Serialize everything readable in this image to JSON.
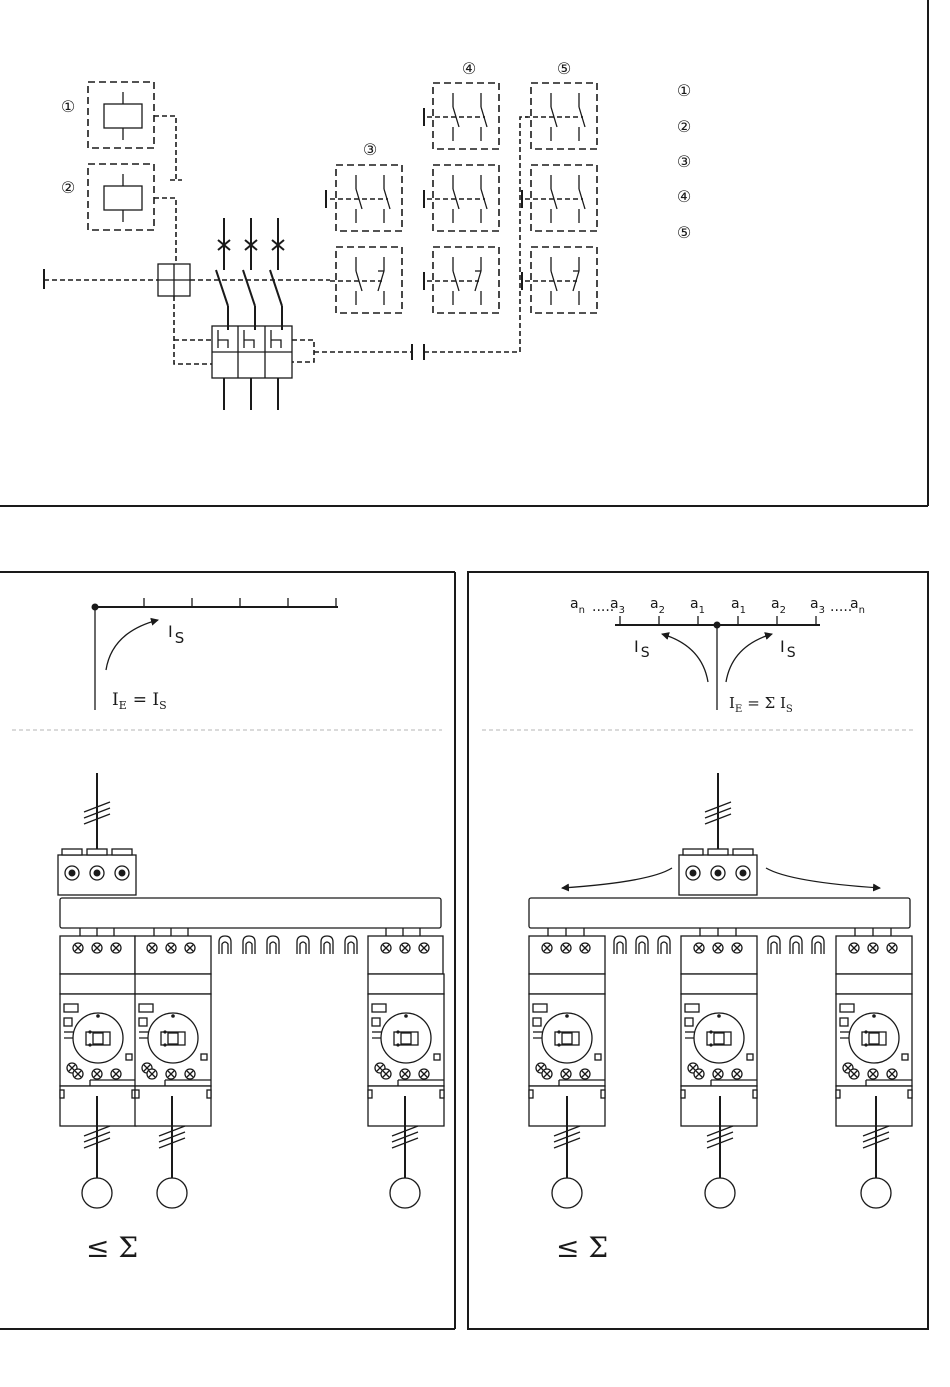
{
  "schematic": {
    "markers": [
      "①",
      "②",
      "③",
      "④",
      "⑤"
    ],
    "legend_items": [
      "①",
      "②",
      "③",
      "④",
      "⑤"
    ]
  },
  "left_panel": {
    "current_label": "I",
    "current_sub": "S",
    "formula_main": "I",
    "formula_sub_e": "E",
    "formula_eq": "= I",
    "formula_sub_s": "S",
    "bottom_symbol": "≤ Σ"
  },
  "right_panel": {
    "scale_labels": [
      "a",
      "a",
      "a",
      "a",
      "a",
      "a",
      "a",
      "a"
    ],
    "scale_subs": [
      "n",
      "3",
      "2",
      "1",
      "1",
      "2",
      "3",
      "n"
    ],
    "current_label": "I",
    "current_sub": "S",
    "formula_main": "I",
    "formula_sub_e": "E",
    "formula_eq": "= Σ I",
    "formula_sub_s": "S",
    "bottom_symbol": "≤ Σ"
  }
}
